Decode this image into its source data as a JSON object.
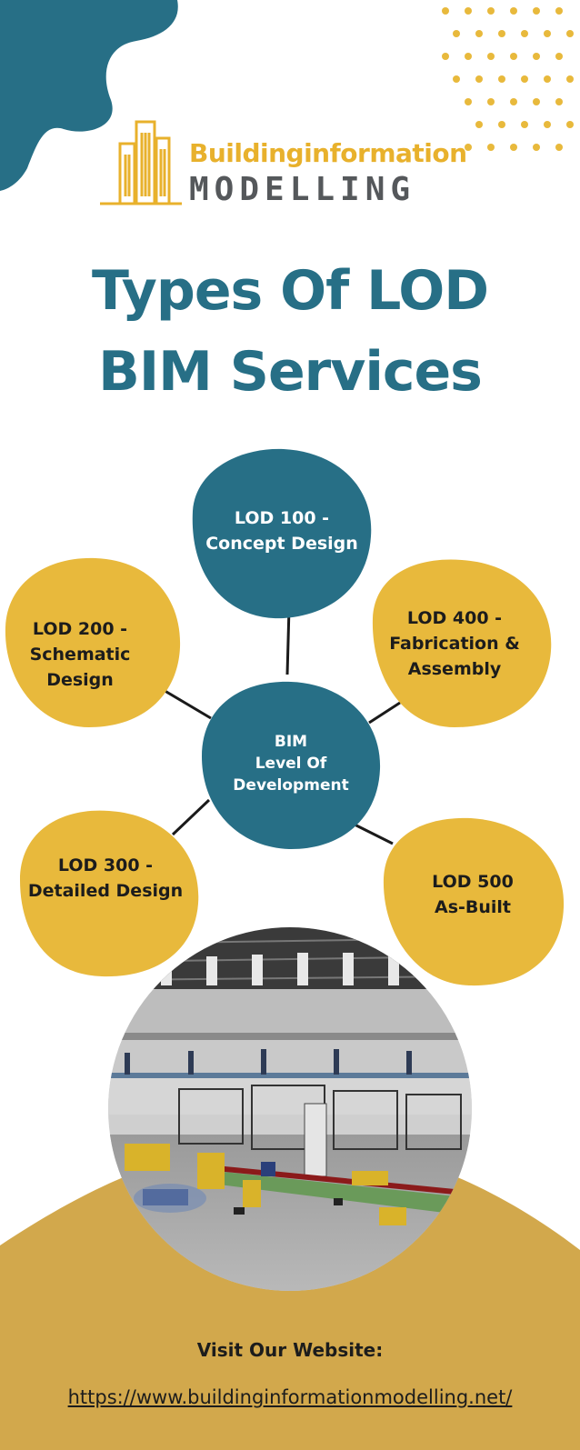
{
  "logo": {
    "line1": "Buildinginformation",
    "line2": "MODELLING"
  },
  "title": {
    "line1": "Types Of LOD",
    "line2": "BIM Services"
  },
  "diagram": {
    "center": {
      "lines": [
        "BIM",
        "Level Of",
        "Development"
      ]
    },
    "lod100": {
      "lines": [
        "LOD 100 -",
        "Concept Design"
      ]
    },
    "lod200": {
      "lines": [
        "LOD 200 -",
        "Schematic",
        "Design"
      ]
    },
    "lod300": {
      "lines": [
        "LOD 300 -",
        "Detailed Design"
      ]
    },
    "lod400": {
      "lines": [
        "LOD 400 -",
        "Fabrication &",
        "Assembly"
      ]
    },
    "lod500": {
      "lines": [
        "LOD 500",
        "As-Built"
      ]
    }
  },
  "footer": {
    "visit": "Visit Our Website:",
    "url": "https://www.buildinginformationmodelling.net/"
  },
  "colors": {
    "teal": "#276f86",
    "yellow": "#e8b93c",
    "mustard": "#d2a84c",
    "gray": "#55585b"
  }
}
